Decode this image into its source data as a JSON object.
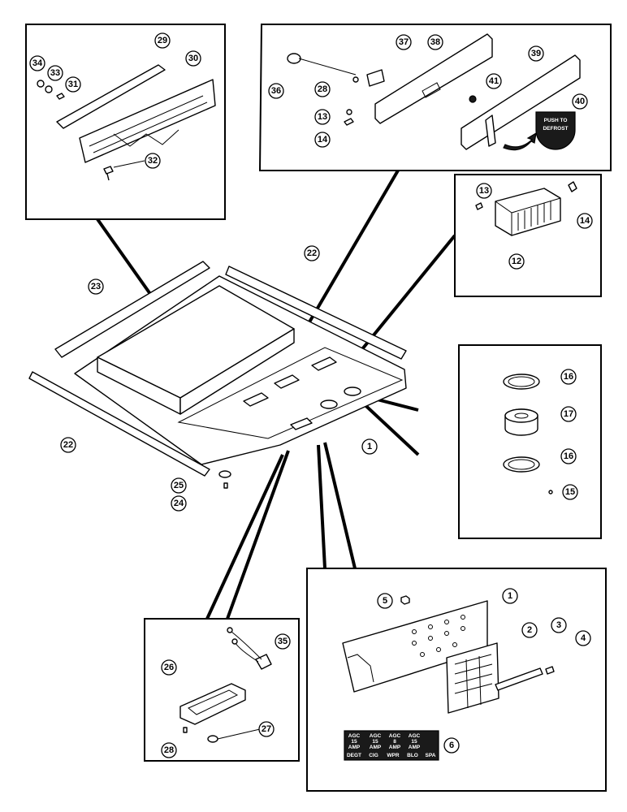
{
  "callouts": {
    "c1_main": "1",
    "c22_right": "22",
    "c22_left": "22",
    "c23": "23",
    "c24": "24",
    "c25": "25",
    "c29": "29",
    "c30": "30",
    "c31": "31",
    "c32": "32",
    "c33": "33",
    "c34": "34",
    "c36": "36",
    "c37": "37",
    "c38": "38",
    "c28_top": "28",
    "c13_top": "13",
    "c14_top": "14",
    "c39": "39",
    "c40": "40",
    "c41": "41",
    "c12": "12",
    "c13_vent": "13",
    "c14_vent": "14",
    "c16_top": "16",
    "c17": "17",
    "c16_bot": "16",
    "c15": "15",
    "c26": "26",
    "c27": "27",
    "c28_lamp": "28",
    "c35": "35",
    "c1_panel": "1",
    "c2": "2",
    "c3": "3",
    "c4": "4",
    "c5": "5",
    "c6": "6"
  },
  "defrost_label": {
    "line1": "PUSH TO",
    "line2": "DEFROST"
  },
  "fuse_decal": {
    "row1": [
      "AGC",
      "AGC",
      "AGC",
      "AGC"
    ],
    "row2": [
      "15",
      "15",
      "8",
      "15"
    ],
    "row3": [
      "AMP",
      "AMP",
      "AMP",
      "AMP"
    ],
    "row4": [
      "DEGT",
      "CIG",
      "WPR",
      "BLO",
      "SPA"
    ]
  }
}
